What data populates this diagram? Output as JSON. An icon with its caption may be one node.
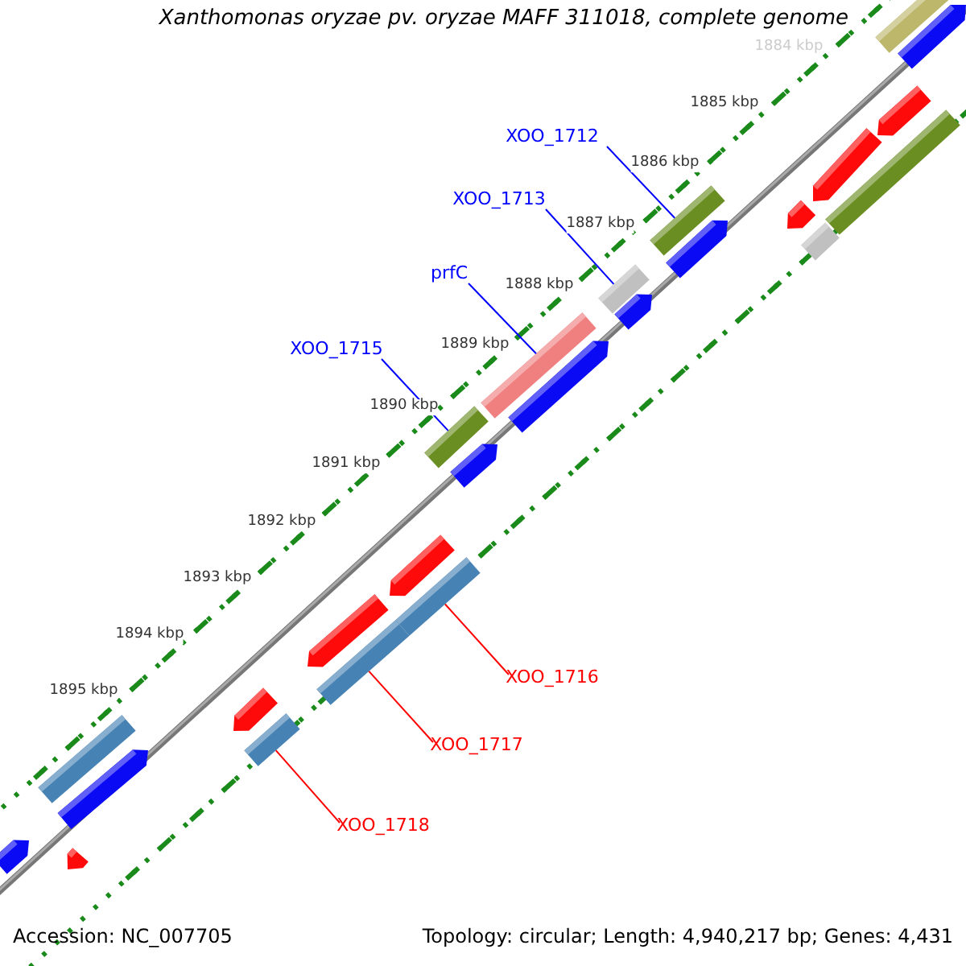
{
  "diagram": {
    "title": "Xanthomonas oryzae pv. oryzae MAFF 311018, complete genome",
    "nodes": [
      {
        "text": [
          "XOO_1712"
        ]
      },
      {
        "text": [
          "XOO_1713"
        ]
      },
      {
        "text": [
          "prfC"
        ]
      },
      {
        "text": [
          "XOO_1715"
        ]
      },
      {
        "text": [
          "XOO_1716"
        ]
      },
      {
        "text": [
          "XOO_1717"
        ]
      },
      {
        "text": [
          "XOO_1718"
        ]
      },
      {
        "text": [],
        "shape": "bar"
      },
      {
        "text": [],
        "shape": "pentagon"
      },
      {
        "text": [],
        "shape": "pentagon"
      },
      {
        "text": [],
        "shape": "bar"
      },
      {
        "text": [],
        "shape": "pentagon"
      },
      {
        "text": [],
        "shape": "bar"
      },
      {
        "text": [],
        "shape": "pentagon"
      },
      {
        "text": [],
        "shape": "pentagon"
      },
      {
        "text": [],
        "shape": "bar"
      },
      {
        "text": [],
        "shape": "bar"
      },
      {
        "text": [],
        "shape": "pentagon"
      },
      {
        "text": [],
        "shape": "bar"
      },
      {
        "text": [],
        "shape": "pentagon"
      },
      {
        "text": [],
        "shape": "bar"
      },
      {
        "text": [],
        "shape": "pentagon"
      },
      {
        "text": [],
        "shape": "pentagon"
      },
      {
        "text": [],
        "shape": "bar"
      },
      {
        "text": [],
        "shape": "pentagon"
      },
      {
        "text": [],
        "shape": "bar"
      },
      {
        "text": [],
        "shape": "pentagon"
      },
      {
        "text": [],
        "shape": "bar"
      },
      {
        "text": [],
        "shape": "bar"
      },
      {
        "text": [],
        "shape": "pentagon"
      },
      {
        "text": [],
        "shape": "pentagon"
      },
      {
        "text": [],
        "shape": "pentagon"
      }
    ],
    "edges": [
      {
        "from": 0,
        "to": 12,
        "arrow": "none"
      },
      {
        "from": 1,
        "to": 16,
        "arrow": "none"
      },
      {
        "from": 2,
        "to": 18,
        "arrow": "none"
      },
      {
        "from": 3,
        "to": 20,
        "arrow": "none"
      },
      {
        "from": 4,
        "to": 23,
        "arrow": "none",
        "color": "#ff0000"
      },
      {
        "from": 5,
        "to": 25,
        "arrow": "none",
        "color": "#ff0000"
      },
      {
        "from": 6,
        "to": 27,
        "arrow": "none",
        "color": "#ff0000"
      }
    ],
    "labels": [
      "1884 kbp",
      "1885 kbp",
      "1886 kbp",
      "1887 kbp",
      "1888 kbp",
      "1889 kbp",
      "1890 kbp",
      "1891 kbp",
      "1892 kbp",
      "1893 kbp",
      "1894 kbp",
      "1895 kbp",
      "Accession: NC_007705",
      "Topology: circular; Length: 4,940,217 bp; Genes: 4,431"
    ]
  }
}
